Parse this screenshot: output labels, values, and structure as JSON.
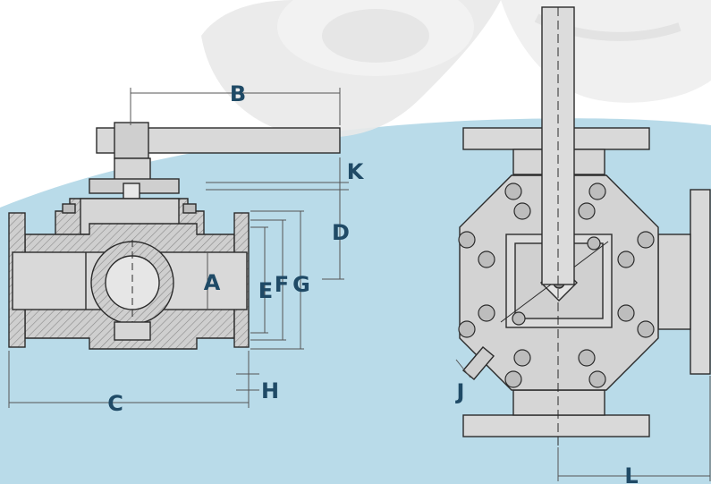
{
  "colors": {
    "background_top": "#ffffff",
    "background_wave": "#b9dbe9",
    "drawing_fill": "#d6d6d6",
    "hatch_fill": "#c9c9c9",
    "line": "#2b2b2b",
    "label": "#1f4a66",
    "watermark_flange": "#ececec"
  },
  "labels": {
    "a": "A",
    "b": "B",
    "c": "C",
    "d": "D",
    "e": "E",
    "f": "F",
    "g": "G",
    "h": "H",
    "j": "J",
    "k": "K",
    "l": "L"
  }
}
